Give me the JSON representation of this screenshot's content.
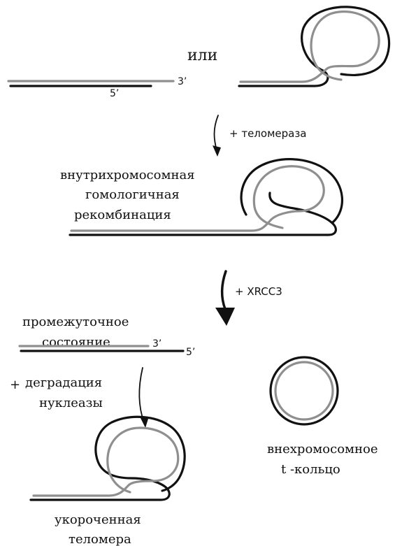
{
  "labels": {
    "or": "или",
    "plus_telomerase": "+ теломераза",
    "intra_line1": "внутрихромосомная",
    "intra_line2": "гомологичная",
    "intra_line3": "рекомбинация",
    "plus_xrcc3": "+ XRCC3",
    "intermediate_line1": "промежуточное",
    "intermediate_line2": "состояние",
    "plus_sign": "+",
    "degradation_line1": "деградация",
    "degradation_line2": "нуклеазы",
    "extra_line1": "внехромосомное",
    "extra_line2": "t -кольцо",
    "shortened_line1": "укороченная",
    "shortened_line2": "теломера",
    "end_3prime": "3’",
    "end_5prime": "5’"
  },
  "colors": {
    "strand_dark": "#111111",
    "strand_light": "#8f8f8f"
  }
}
